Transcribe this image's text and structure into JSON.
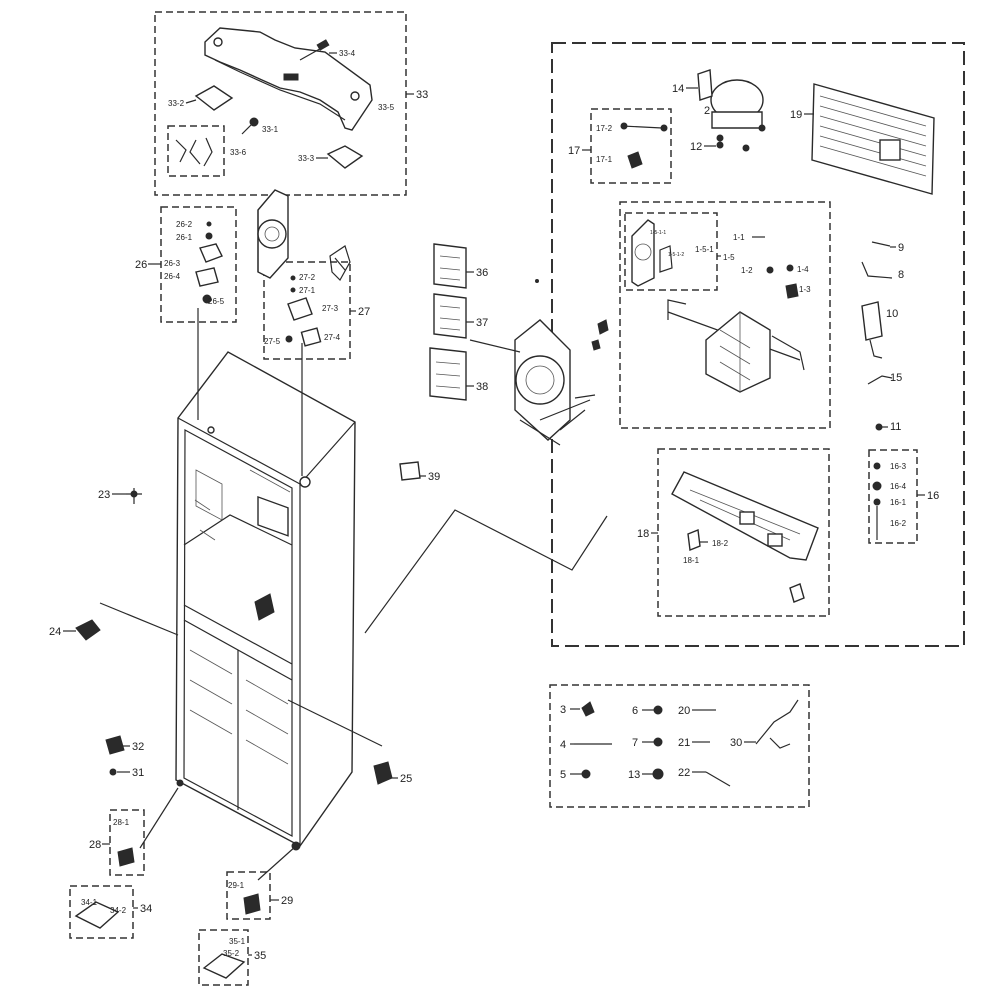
{
  "labels": {
    "l33": "33",
    "l33_1": "33-1",
    "l33_2": "33-2",
    "l33_3": "33-3",
    "l33_4": "33-4",
    "l33_5": "33-5",
    "l33_6": "33-6",
    "l26": "26",
    "l26_1": "26-1",
    "l26_2": "26-2",
    "l26_3": "26-3",
    "l26_4": "26-4",
    "l26_5": "26-5",
    "l27": "27",
    "l27_1": "27-1",
    "l27_2": "27-2",
    "l27_3": "27-3",
    "l27_4": "27-4",
    "l27_5": "27-5",
    "l23": "23",
    "l24": "24",
    "l25": "25",
    "l28": "28",
    "l28_1": "28-1",
    "l29": "29",
    "l29_1": "29-1",
    "l31": "31",
    "l32": "32",
    "l34": "34",
    "l34_1": "34-1",
    "l34_2": "34-2",
    "l35": "35",
    "l35_1": "35-1",
    "l35_2": "35-2",
    "l36": "36",
    "l37": "37",
    "l38": "38",
    "l39": "39",
    "l14": "14",
    "l2": "2",
    "l12": "12",
    "l19": "19",
    "l17": "17",
    "l17_1": "17-1",
    "l17_2": "17-2",
    "l1_1": "1-1",
    "l1_2": "1-2",
    "l1_3": "1-3",
    "l1_4": "1-4",
    "l1_5": "1-5",
    "l1_5_1": "1-5-1",
    "l1_5_1_1": "1-5-1-1",
    "l1_5_1_2": "1-5-1-2",
    "l9": "9",
    "l8": "8",
    "l10": "10",
    "l15": "15",
    "l11": "11",
    "l16": "16",
    "l16_1": "16-1",
    "l16_2": "16-2",
    "l16_3": "16-3",
    "l16_4": "16-4",
    "l18": "18",
    "l18_1": "18-1",
    "l18_2": "18-2",
    "l3": "3",
    "l4": "4",
    "l5": "5",
    "l6": "6",
    "l7": "7",
    "l13": "13",
    "l20": "20",
    "l21": "21",
    "l22": "22",
    "l30": "30"
  }
}
